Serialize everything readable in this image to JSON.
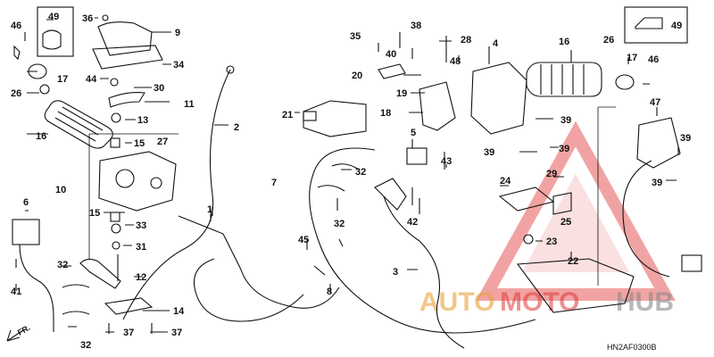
{
  "diagram": {
    "callouts": {
      "n1": "1",
      "n2": "2",
      "n3": "3",
      "n4": "4",
      "n5": "5",
      "n6": "6",
      "n7": "7",
      "n8": "8",
      "n9": "9",
      "n10": "10",
      "n11": "11",
      "n12": "12",
      "n13": "13",
      "n14": "14",
      "n15a": "15",
      "n15b": "15",
      "n16a": "16",
      "n16b": "16",
      "n17a": "17",
      "n17b": "17",
      "n18": "18",
      "n19": "19",
      "n20": "20",
      "n21": "21",
      "n22": "22",
      "n23": "23",
      "n24": "24",
      "n25": "25",
      "n26a": "26",
      "n26b": "26",
      "n27": "27",
      "n28": "28",
      "n29": "29",
      "n30": "30",
      "n31": "31",
      "n32a": "32",
      "n32b": "32",
      "n32c": "32",
      "n32d": "32",
      "n33": "33",
      "n34": "34",
      "n35": "35",
      "n36": "36",
      "n37a": "37",
      "n37b": "37",
      "n38": "38",
      "n39a": "39",
      "n39b": "39",
      "n39c": "39",
      "n39d": "39",
      "n39e": "39",
      "n40": "40",
      "n41": "41",
      "n42": "42",
      "n43": "43",
      "n44": "44",
      "n45": "45",
      "n46a": "46",
      "n46b": "46",
      "n47": "47",
      "n48": "48",
      "n49a": "49",
      "n49b": "49"
    },
    "diagram_code": "HN2AF0300B",
    "fr_label": "FR.",
    "watermark": {
      "part1": "AUTO",
      "part2": "MOTO",
      "part3": "HUB"
    },
    "colors": {
      "line": "#111111",
      "watermark_red": "#e03a3a",
      "watermark_gold": "#e8a33a",
      "watermark_gray": "#8a8a8a"
    }
  }
}
